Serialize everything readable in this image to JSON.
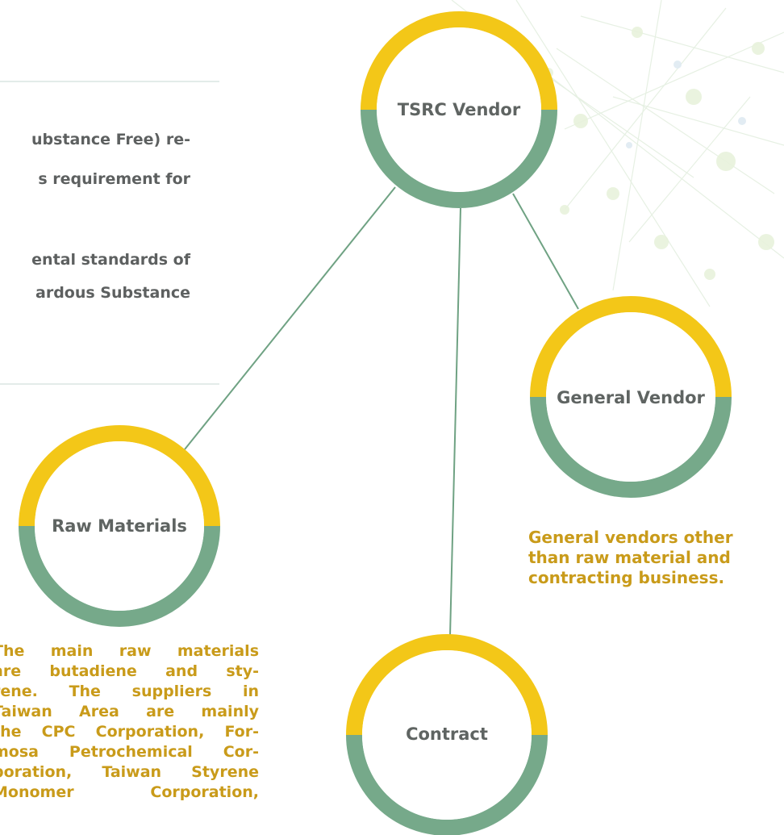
{
  "intro_text": {
    "lines": [
      "ubstance Free) re-",
      "s requirement for",
      "ental standards of",
      "ardous Substance"
    ]
  },
  "diagram": {
    "root": {
      "label": "TSRC Vendor"
    },
    "nodes": [
      {
        "label": "Raw Materials"
      },
      {
        "label": "Contract"
      },
      {
        "label": "General Vendor"
      }
    ],
    "colors": {
      "ring_top": "#f3c718",
      "ring_bottom": "#76a98a",
      "connector": "#6fa283",
      "label": "#5f6462",
      "description": "#c99b1a"
    }
  },
  "descriptions": {
    "general_vendor": [
      "General vendors other",
      "than raw material and",
      "contracting business."
    ],
    "raw_materials": [
      "The main raw materials",
      "are butadiene and sty-",
      "rene. The suppliers in",
      "Taiwan Area are mainly",
      "the CPC Corporation, For-",
      "mosa Petrochemical Cor-",
      "poration, Taiwan Styrene",
      "Monomer Corporation,"
    ]
  }
}
